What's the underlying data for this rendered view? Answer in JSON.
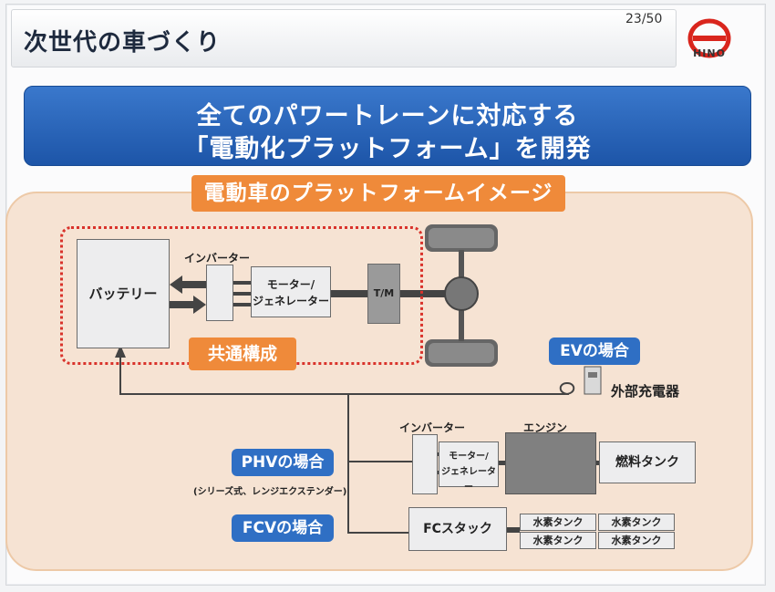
{
  "header": {
    "title": "次世代の車づくり",
    "page_number": "23/50",
    "logo_text": "HINO"
  },
  "banner": {
    "line1": "全てのパワートレーンに対応する",
    "line2": "「電動化プラットフォーム」を開発"
  },
  "diagram": {
    "platform_label": "電動車のプラットフォームイメージ",
    "battery": "バッテリー",
    "inverter_label": "インバーター",
    "motor_line1": "モーター/",
    "motor_line2": "ジェネレーター",
    "tm": "T/M",
    "common_label": "共通構成",
    "ev_label": "EVの場合",
    "charger_label": "外部充電器",
    "phv_label": "PHVの場合",
    "phv_sub": "(シリーズ式、レンジエクステンダー)",
    "fcv_label": "FCVの場合",
    "inverter2_label": "インバーター",
    "engine_label": "エンジン",
    "motor2_line1": "モーター/",
    "motor2_line2": "ジェネレーター",
    "fuel_tank": "燃料タンク",
    "fc_stack": "FCスタック",
    "hydrogen_tanks": [
      "水素タンク",
      "水素タンク",
      "水素タンク",
      "水素タンク"
    ]
  },
  "colors": {
    "banner_blue": "#1d55a8",
    "orange": "#ef8a3a",
    "dotted_red": "#d9332b",
    "badge_blue": "#2f6fc4",
    "frame_peach": "#f6e3d3"
  }
}
